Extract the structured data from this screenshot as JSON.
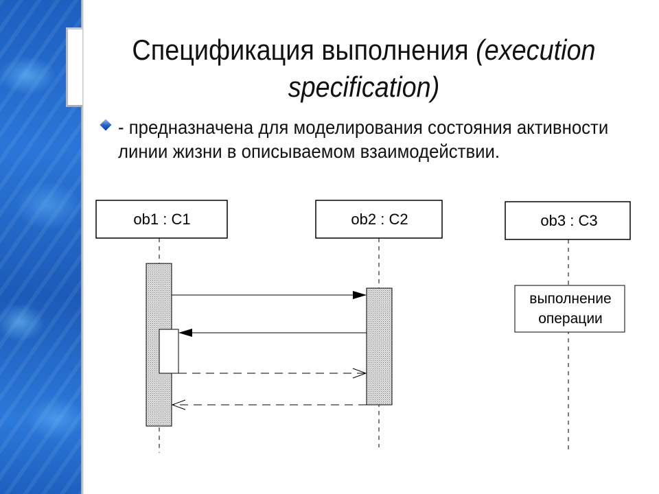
{
  "slide": {
    "title_main": "Спецификация выполнения ",
    "title_en": "(execution specification)",
    "bullet": "- предназначена для моделирования состояния активности линии жизни в описываемом взаимодействии."
  },
  "diagram": {
    "lifelines": [
      {
        "label": "ob1 : C1"
      },
      {
        "label": "ob2 : C2"
      },
      {
        "label": "ob3 : C3"
      }
    ],
    "note_line1": "выполнение",
    "note_line2": "операции"
  },
  "colors": {
    "band": "#1c5fc0",
    "bullet": "#2560c8",
    "activation_fill": "#c8c8c8"
  }
}
